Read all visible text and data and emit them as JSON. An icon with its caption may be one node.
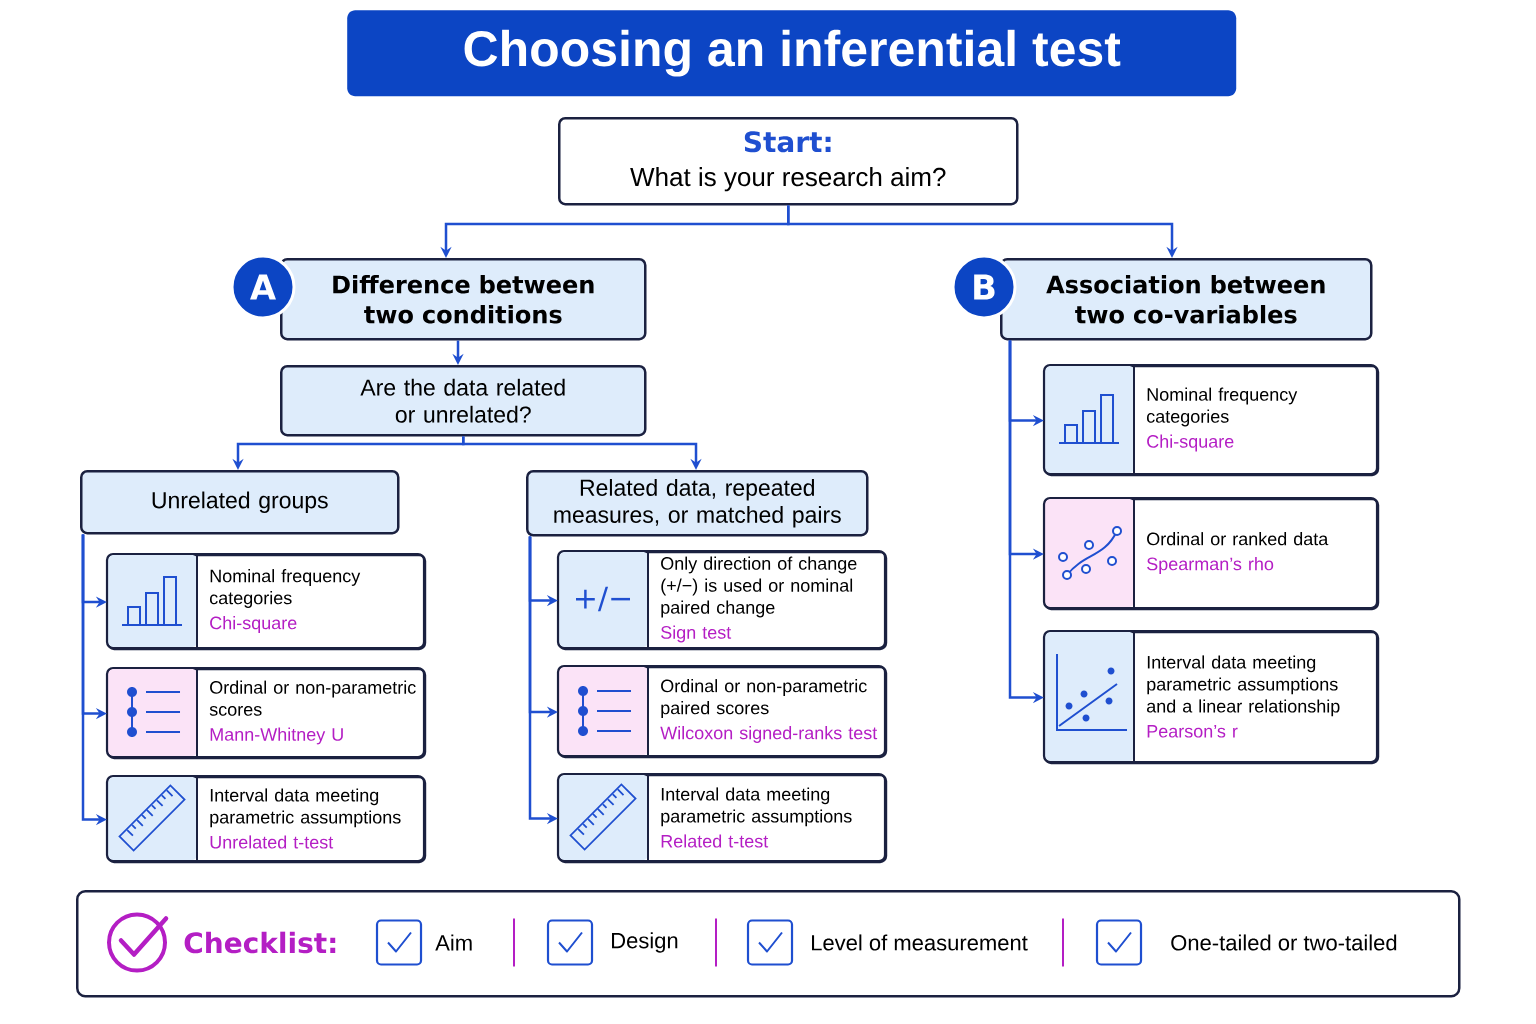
{
  "diagram": {
    "title": "Choosing an inferential test",
    "nodes": [
      {
        "text": [
          "Start:",
          "What is your research aim?"
        ]
      },
      {
        "text": [
          "Difference between two conditions"
        ],
        "beside": [
          "A"
        ]
      },
      {
        "text": [
          "Association between two co-variables"
        ],
        "beside": [
          "B"
        ]
      },
      {
        "text": [
          "Are the data related or unrelated?"
        ]
      },
      {
        "text": [
          "Unrelated groups"
        ]
      },
      {
        "text": [
          "Related data, repeated measures, or matched pairs"
        ]
      },
      {
        "text": [
          "Nominal frequency categories",
          "Chi-square"
        ]
      },
      {
        "text": [
          "Ordinal or non-parametric scores",
          "Mann-Whitney U"
        ]
      },
      {
        "text": [
          "Interval data meeting parametric assumptions",
          "Unrelated t-test"
        ]
      },
      {
        "text": [
          "+/−",
          "Only direction of change (+/−) is used or nominal paired change",
          "Sign test"
        ]
      },
      {
        "text": [
          "Ordinal or non-parametric paired scores",
          "Wilcoxon signed-ranks test"
        ]
      },
      {
        "text": [
          "Interval data meeting parametric assumptions",
          "Related t-test"
        ]
      },
      {
        "text": [
          "Nominal frequency categories",
          "Chi-square"
        ]
      },
      {
        "text": [
          "Ordinal or ranked data",
          "Spearman’s rho"
        ]
      },
      {
        "text": [
          "Interval data meeting parametric assumptions and a linear relationship",
          "Pearson’s r"
        ]
      },
      {
        "text": [
          "Checklist:",
          "Aim",
          "Design",
          "Level of measurement",
          "One-tailed or two-tailed"
        ]
      }
    ],
    "edges": [
      {
        "from": 0,
        "to": 1,
        "arrow": "to"
      },
      {
        "from": 0,
        "to": 2,
        "arrow": "to"
      },
      {
        "from": 1,
        "to": 3,
        "arrow": "to"
      },
      {
        "from": 3,
        "to": 4,
        "arrow": "to"
      },
      {
        "from": 3,
        "to": 5,
        "arrow": "to"
      },
      {
        "from": 4,
        "to": 6,
        "arrow": "to"
      },
      {
        "from": 4,
        "to": 7,
        "arrow": "to"
      },
      {
        "from": 4,
        "to": 8,
        "arrow": "to"
      },
      {
        "from": 5,
        "to": 9,
        "arrow": "to"
      },
      {
        "from": 5,
        "to": 10,
        "arrow": "to"
      },
      {
        "from": 5,
        "to": 11,
        "arrow": "to"
      },
      {
        "from": 2,
        "to": 12,
        "arrow": "to"
      },
      {
        "from": 2,
        "to": 13,
        "arrow": "to"
      },
      {
        "from": 2,
        "to": 14,
        "arrow": "to"
      }
    ]
  }
}
